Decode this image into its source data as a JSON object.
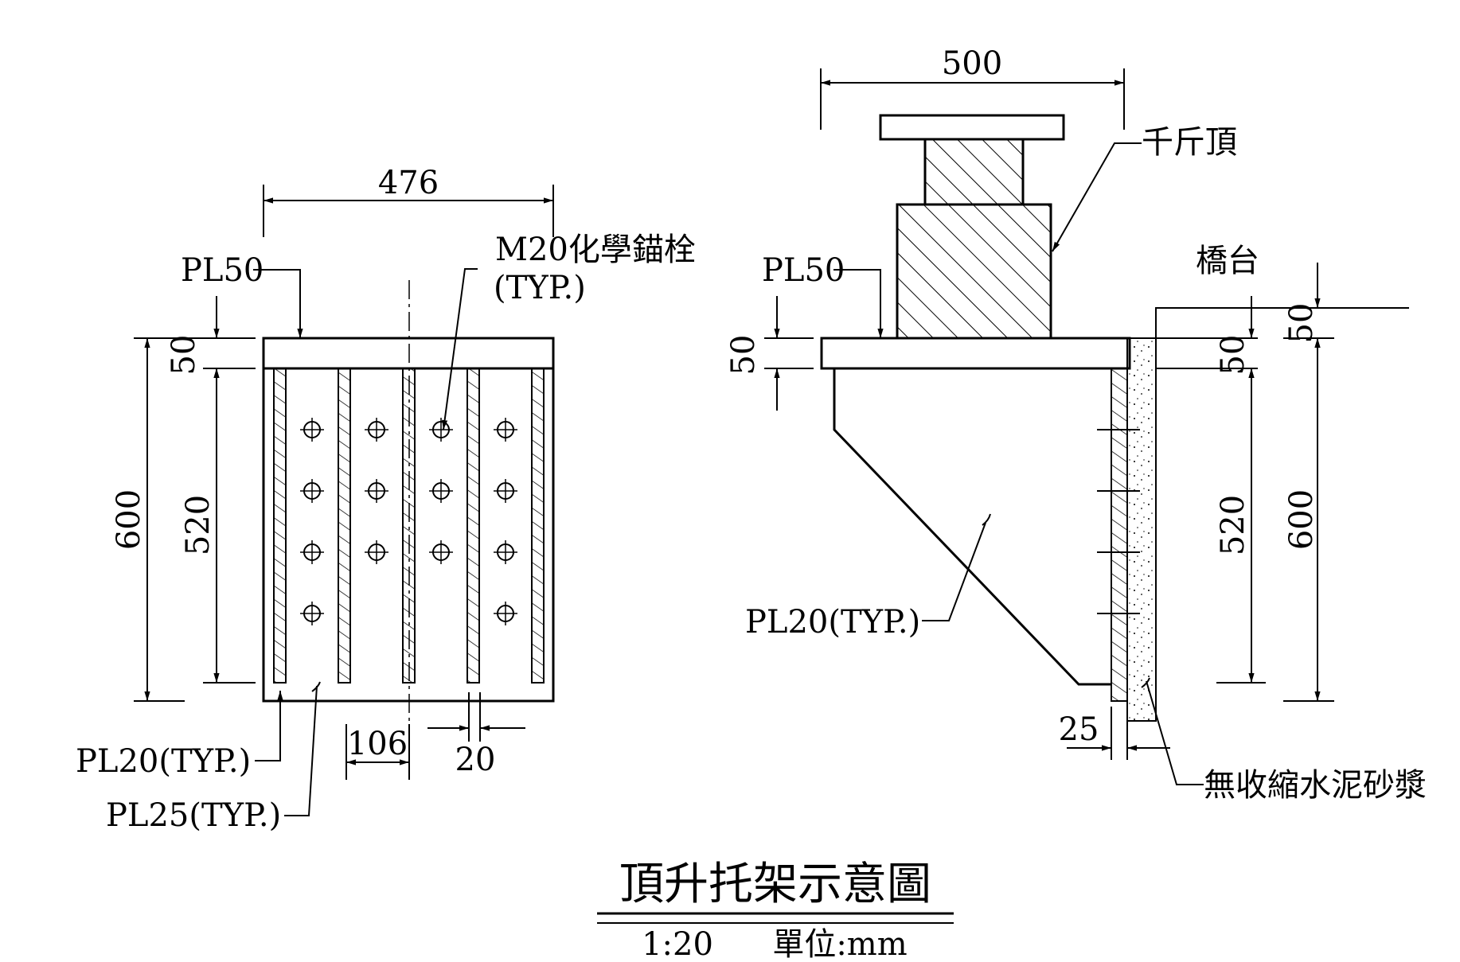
{
  "title": "頂升托架示意圖",
  "scale": "1:20",
  "unit": "單位:mm",
  "front_view": {
    "width_dim": "476",
    "top_plate_label": "PL50",
    "top_plate_dim": "50",
    "rib_height_dim": "520",
    "total_height_dim": "600",
    "anchor_label_line1": "M20化學錨栓",
    "anchor_label_line2": "(TYP.)",
    "rib_label": "PL20(TYP.)",
    "back_plate_label": "PL25(TYP.)",
    "spacing_dim": "106",
    "rib_thickness_dim": "20"
  },
  "side_view": {
    "jack_width_dim": "500",
    "jack_label": "千斤頂",
    "top_plate_label": "PL50",
    "top_plate_dim": "50",
    "abutment_label": "橋台",
    "gusset_label": "PL20(TYP.)",
    "back_plate_dim": "25",
    "grout_label": "無收縮水泥砂漿",
    "right_top_dim": "50",
    "right_plate_dim": "50",
    "right_rib_dim": "520",
    "right_total_dim": "600"
  }
}
